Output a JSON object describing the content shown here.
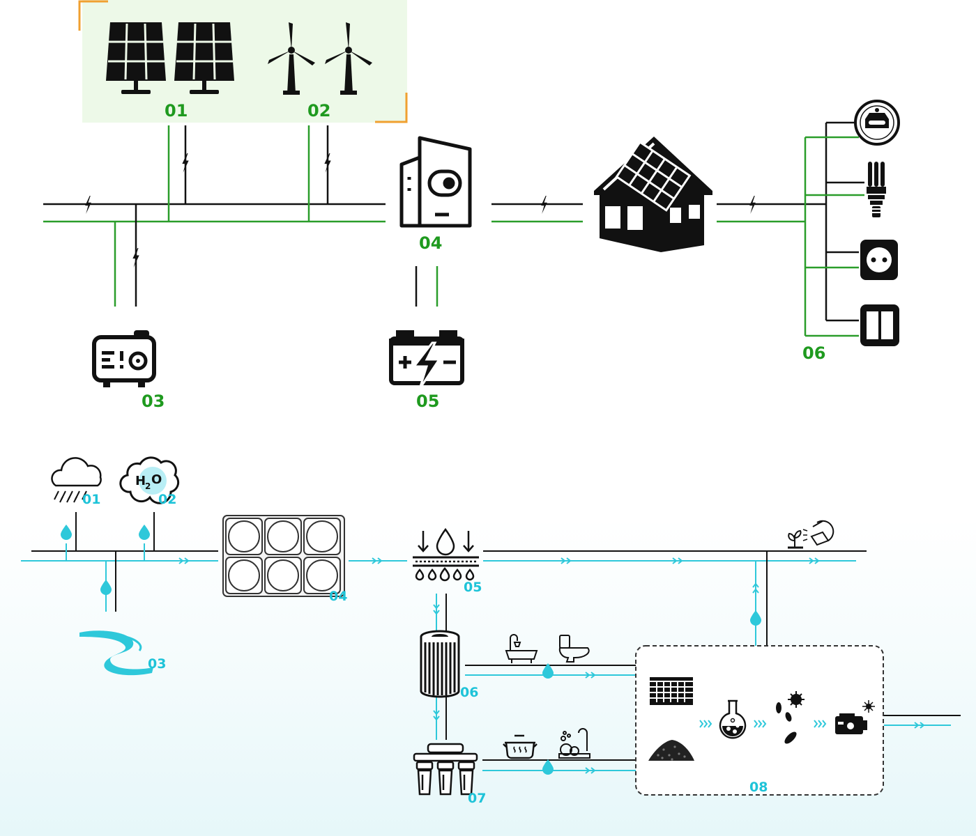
{
  "colors": {
    "green": "#2a9d2a",
    "cyan": "#2ec8da",
    "black": "#111111",
    "panel_bg": "#edf9e8",
    "corner": "#f0a030"
  },
  "energy": {
    "labels": {
      "solar": "01",
      "wind": "02",
      "generator": "03",
      "inverter": "04",
      "battery": "05",
      "loads": "06"
    },
    "icons": {
      "solar": "solar-panel-icon",
      "wind": "wind-turbine-icon",
      "generator": "generator-icon",
      "inverter": "inverter-icon",
      "battery": "battery-icon",
      "house": "solar-house-icon",
      "lightning": "lightning-icon",
      "loads": [
        "car-charger-icon",
        "bulb-icon",
        "socket-icon",
        "switch-icon"
      ]
    }
  },
  "water": {
    "labels": {
      "rain": "01",
      "vapor": "02",
      "river": "03",
      "tank": "04",
      "filter": "05",
      "cartridge": "06",
      "ro": "07",
      "treatment": "08"
    },
    "vapor_text": {
      "h": "H",
      "sub": "2",
      "o": "O"
    },
    "icons": {
      "rain": "rain-cloud-icon",
      "vapor": "vapor-cloud-icon",
      "river": "river-icon",
      "tank": "water-tank-icon",
      "filter": "filter-icon",
      "cartridge": "cartridge-filter-icon",
      "ro": "reverse-osmosis-icon",
      "irrigation": "irrigation-icon",
      "bathroom": [
        "bathtub-icon",
        "toilet-icon"
      ],
      "kitchen": [
        "cooking-pot-icon",
        "dish-washing-icon"
      ],
      "treatment": [
        "grid-filter-icon",
        "charcoal-icon",
        "flask-icon",
        "bacteria-icon",
        "uv-sterilizer-icon"
      ]
    }
  }
}
